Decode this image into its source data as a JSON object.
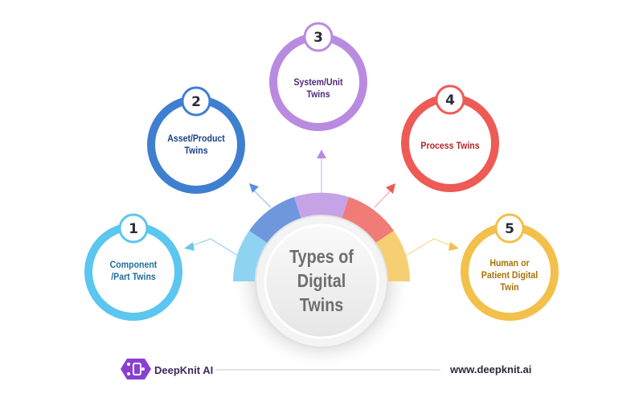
{
  "center": {
    "title_line1": "Types of",
    "title_line2": "Digital Twins"
  },
  "nodes": [
    {
      "number": "1",
      "line1": "Component",
      "line2": "/Part Twins",
      "line3": "",
      "color": "#5bc6ef",
      "text_color": "#1e6f9c"
    },
    {
      "number": "2",
      "line1": "Asset/Product",
      "line2": "Twins",
      "line3": "",
      "color": "#3f7fd0",
      "text_color": "#1d3f88"
    },
    {
      "number": "3",
      "line1": "System/Unit",
      "line2": "Twins",
      "line3": "",
      "color": "#b98be0",
      "text_color": "#4e2a78"
    },
    {
      "number": "4",
      "line1": "Process Twins",
      "line2": "",
      "line3": "",
      "color": "#ee5a55",
      "text_color": "#b5262a"
    },
    {
      "number": "5",
      "line1": "Human or",
      "line2": "Patient Digital",
      "line3": "Twin",
      "color": "#f2c04b",
      "text_color": "#a47408"
    }
  ],
  "footer": {
    "brand": "DeepKnit AI",
    "url": "www.deepknit.ai"
  }
}
